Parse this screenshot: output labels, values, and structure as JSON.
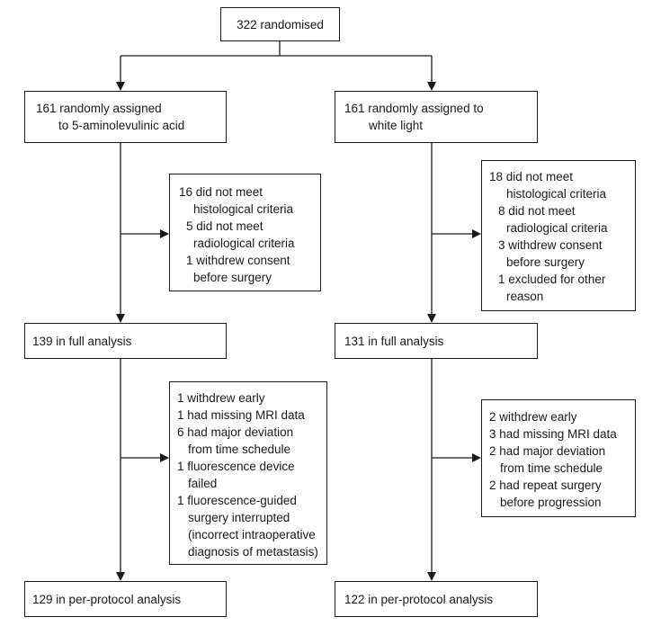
{
  "top": {
    "text": "322 randomised"
  },
  "arms": [
    {
      "assigned": [
        "161 randomly assigned",
        "to 5-aminolevulinic acid"
      ],
      "excluded_before_analysis": [
        {
          "lead": "16 did not meet",
          "rest": [
            "histological criteria"
          ]
        },
        {
          "lead": "5 did not meet",
          "rest": [
            "radiological criteria"
          ]
        },
        {
          "lead": "1 withdrew consent",
          "rest": [
            "before surgery"
          ]
        }
      ],
      "full_analysis": "139 in full analysis",
      "excluded_before_per_protocol": [
        {
          "lead": "1 withdrew early",
          "rest": []
        },
        {
          "lead": "1 had missing MRI data",
          "rest": []
        },
        {
          "lead": "6 had major deviation",
          "rest": [
            "from time schedule"
          ]
        },
        {
          "lead": "1 fluorescence device",
          "rest": [
            "failed"
          ]
        },
        {
          "lead": "1 fluorescence-guided",
          "rest": [
            "surgery interrupted",
            "(incorrect intraoperative",
            "diagnosis of metastasis)"
          ]
        }
      ],
      "per_protocol": "129 in per-protocol analysis"
    },
    {
      "assigned": [
        "161 randomly assigned to",
        "white light"
      ],
      "excluded_before_analysis": [
        {
          "lead": "18 did not meet",
          "rest": [
            "histological criteria"
          ]
        },
        {
          "lead": "8 did not meet",
          "rest": [
            "radiological criteria"
          ]
        },
        {
          "lead": "3 withdrew consent",
          "rest": [
            "before surgery"
          ]
        },
        {
          "lead": "1 excluded for other",
          "rest": [
            "reason"
          ]
        }
      ],
      "full_analysis": "131 in full analysis",
      "excluded_before_per_protocol": [
        {
          "lead": "2 withdrew early",
          "rest": []
        },
        {
          "lead": "3 had missing MRI data",
          "rest": []
        },
        {
          "lead": "2 had major deviation",
          "rest": [
            "from time schedule"
          ]
        },
        {
          "lead": "2 had repeat surgery",
          "rest": [
            "before progression"
          ]
        }
      ],
      "per_protocol": "122 in per-protocol analysis"
    }
  ]
}
